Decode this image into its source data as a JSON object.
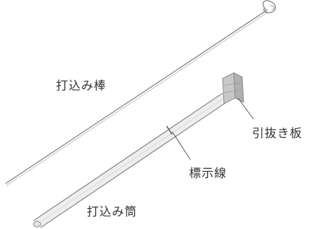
{
  "labels": {
    "driving_rod": "打込み棒",
    "extraction_plate": "引抜き板",
    "indicator_line": "標示線",
    "driving_tube": "打込み筒"
  },
  "colors": {
    "background": "#ffffff",
    "line": "#8a8a8a",
    "tube_fill": "#eeeeee",
    "text": "#333333",
    "plate": "#c8c8c8"
  },
  "components": [
    {
      "name": "driving-rod",
      "shape": "long thin rod with hook at top end"
    },
    {
      "name": "driving-tube",
      "shape": "long hollow tube"
    },
    {
      "name": "extraction-plate",
      "shape": "square plate at tube head"
    },
    {
      "name": "indicator-line",
      "shape": "marking line on tube"
    }
  ]
}
